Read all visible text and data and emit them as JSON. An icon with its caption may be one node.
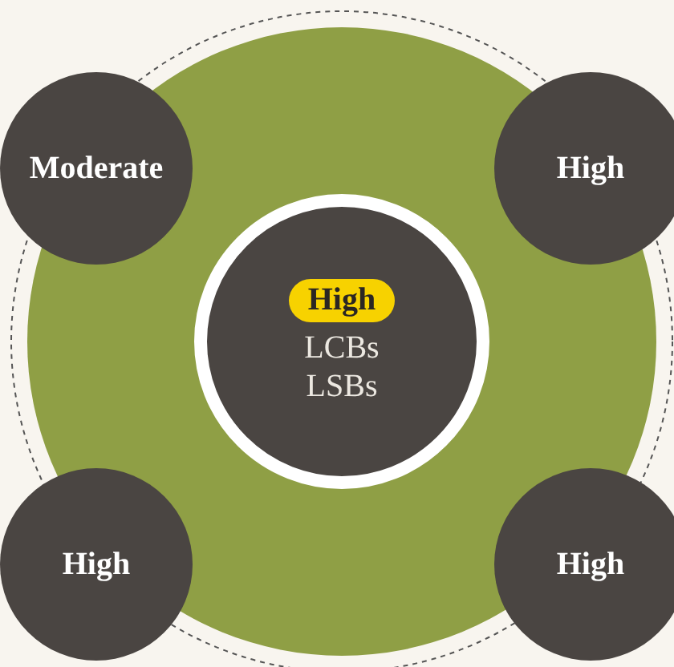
{
  "diagram": {
    "nodes": [
      {
        "text": [],
        "shape": "circle"
      },
      {
        "text": [
          "High",
          "LCBs",
          "LSBs"
        ],
        "in": 0
      },
      {
        "text": [
          "Moderate"
        ]
      },
      {
        "text": [
          "High"
        ]
      },
      {
        "text": [
          "High"
        ]
      },
      {
        "text": [
          "High"
        ]
      }
    ]
  }
}
